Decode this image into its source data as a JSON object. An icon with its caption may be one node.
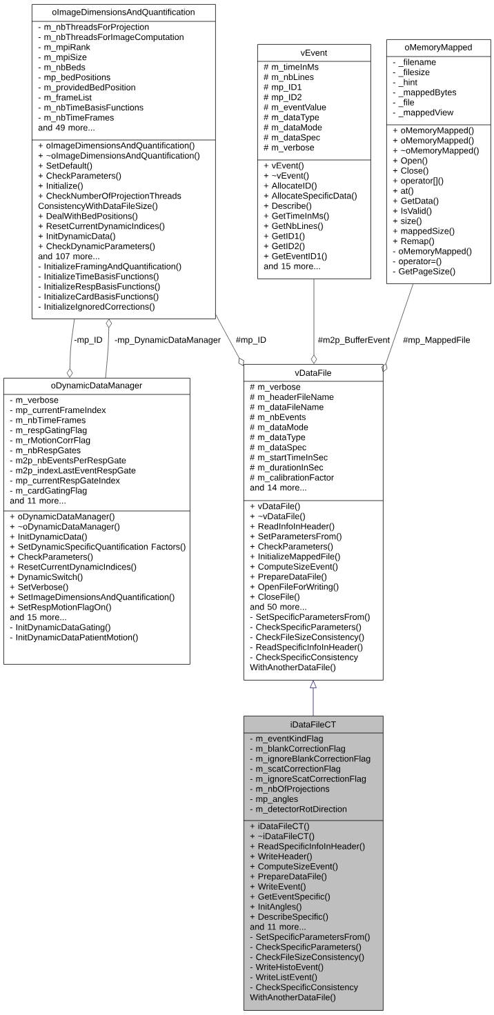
{
  "diagram": {
    "nodes": [
      {
        "text": [
          "oImageDimensionsAndQuantification",
          "- m_nbThreadsForProjection",
          "- m_nbThreadsForImageComputation",
          "- m_mpiRank",
          "- m_mpiSize",
          "- m_nbBeds",
          "- mp_bedPositions",
          "- m_providedBedPosition",
          "- m_frameList",
          "- m_nbTimeBasisFunctions",
          "- m_nbTimeFrames",
          "and 49 more...",
          "+ oImageDimensionsAndQuantification()",
          "+ ~oImageDimensionsAndQuantification()",
          "+ SetDefault()",
          "+ CheckParameters()",
          "+ Initialize()",
          "+ CheckNumberOfProjectionThreads ConsistencyWithDataFileSize()",
          "+ DealWithBedPositions()",
          "+ ResetCurrentDynamicIndices()",
          "+ InitDynamicData()",
          "+ CheckDynamicParameters()",
          "and 107 more...",
          "- InitializeFramingAndQuantification()",
          "- InitializeTimeBasisFunctions()",
          "- InitializeRespBasisFunctions()",
          "- InitializeCardBasisFunctions()",
          "- InitializeIgnoredCorrections()"
        ]
      },
      {
        "text": [
          "vEvent",
          "# m_timeInMs",
          "# m_nbLines",
          "# mp_ID1",
          "# mp_ID2",
          "# m_eventValue",
          "# m_dataType",
          "# m_dataMode",
          "# m_dataSpec",
          "# m_verbose",
          "+ vEvent()",
          "+ ~vEvent()",
          "+ AllocateID()",
          "+ AllocateSpecificData()",
          "+ Describe()",
          "+ GetTimeInMs()",
          "+ GetNbLines()",
          "+ GetID1()",
          "+ GetID2()",
          "+ GetEventID1()",
          "and 15 more..."
        ]
      },
      {
        "text": [
          "oMemoryMapped",
          "- _filename",
          "- _filesize",
          "- _hint",
          "- _mappedBytes",
          "- _file",
          "- _mappedView",
          "+ oMemoryMapped()",
          "+ oMemoryMapped()",
          "+ ~oMemoryMapped()",
          "+ Open()",
          "+ Close()",
          "+ operator[]()",
          "+ at()",
          "+ GetData()",
          "+ IsValid()",
          "+ size()",
          "+ mappedSize()",
          "+ Remap()",
          "- oMemoryMapped()",
          "- operator=()",
          "- GetPageSize()"
        ]
      },
      {
        "text": [
          "oDynamicDataManager",
          "- m_verbose",
          "- mp_currentFrameIndex",
          "- m_nbTimeFrames",
          "- m_respGatingFlag",
          "- m_rMotionCorrFlag",
          "- m_nbRespGates",
          "- m2p_nbEventsPerRespGate",
          "- m2p_indexLastEventRespGate",
          "- mp_currentRespGateIndex",
          "- m_cardGatingFlag",
          "and 11 more...",
          "+ oDynamicDataManager()",
          "+ ~oDynamicDataManager()",
          "+ InitDynamicData()",
          "+ SetDynamicSpecificQuantification Factors()",
          "+ CheckParameters()",
          "+ ResetCurrentDynamicIndices()",
          "+ DynamicSwitch()",
          "+ SetVerbose()",
          "+ SetImageDimensionsAndQuantification()",
          "+ SetRespMotionFlagOn()",
          "and 15 more...",
          "- InitDynamicDataGating()",
          "- InitDynamicDataPatientMotion()"
        ]
      },
      {
        "text": [
          "vDataFile",
          "# m_verbose",
          "# m_headerFileName",
          "# m_dataFileName",
          "# m_nbEvents",
          "# m_dataMode",
          "# m_dataType",
          "# m_dataSpec",
          "# m_startTimeInSec",
          "# m_durationInSec",
          "# m_calibrationFactor",
          "and 14 more...",
          "+ vDataFile()",
          "+ ~vDataFile()",
          "+ ReadInfoInHeader()",
          "+ SetParametersFrom()",
          "+ CheckParameters()",
          "+ InitializeMappedFile()",
          "+ ComputeSizeEvent()",
          "+ PrepareDataFile()",
          "+ OpenFileForWriting()",
          "+ CloseFile()",
          "and 50 more...",
          "- SetSpecificParametersFrom()",
          "- CheckSpecificParameters()",
          "- CheckFileSizeConsistency()",
          "- ReadSpecificInfoInHeader()",
          "- CheckSpecificConsistency WithAnotherDataFile()"
        ]
      },
      {
        "text": [
          "iDataFileCT",
          "- m_eventKindFlag",
          "- m_blankCorrectionFlag",
          "- m_ignoreBlankCorrectionFlag",
          "- m_scatCorrectionFlag",
          "- m_ignoreScatCorrectionFlag",
          "- m_nbOfProjections",
          "- mp_angles",
          "- m_detectorRotDirection",
          "+ iDataFileCT()",
          "+ ~iDataFileCT()",
          "+ ReadSpecificInfoInHeader()",
          "+ WriteHeader()",
          "+ ComputeSizeEvent()",
          "+ PrepareDataFile()",
          "+ WriteEvent()",
          "+ GetEventSpecific()",
          "+ InitAngles()",
          "+ DescribeSpecific()",
          "and 11 more...",
          "- SetSpecificParametersFrom()",
          "- CheckSpecificParameters()",
          "- CheckFileSizeConsistency()",
          "- WriteHistoEvent()",
          "- WriteListEvent()",
          "- CheckSpecificConsistency WithAnotherDataFile()"
        ]
      }
    ],
    "edges": [
      {
        "from": 0,
        "to": 3,
        "arrow": "other",
        "label": "-mp_ID"
      },
      {
        "from": 3,
        "to": 0,
        "arrow": "other",
        "label": "-mp_DynamicDataManager"
      },
      {
        "from": 0,
        "to": 4,
        "arrow": "other",
        "label": "#mp_ID"
      },
      {
        "from": 1,
        "to": 4,
        "arrow": "other",
        "label": "#m2p_BufferEvent"
      },
      {
        "from": 2,
        "to": 4,
        "arrow": "other",
        "label": "#mp_MappedFile"
      },
      {
        "from": 5,
        "to": 4,
        "arrow": "to",
        "color": "#191970"
      }
    ]
  }
}
